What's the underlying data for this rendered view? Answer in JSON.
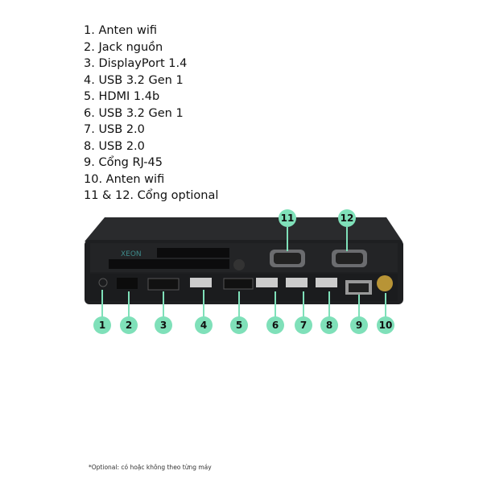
{
  "legend": [
    "1. Anten wifi",
    "2. Jack nguồn",
    "3. DisplayPort 1.4",
    "4. USB 3.2 Gen 1",
    "5. HDMI 1.4b",
    "6. USB 3.2 Gen 1",
    "7. USB 2.0",
    "8. USB 2.0",
    "9. Cổng RJ-45",
    "10. Anten wifi",
    "11 & 12. Cổng optional"
  ],
  "badges": [
    "1",
    "2",
    "3",
    "4",
    "5",
    "6",
    "7",
    "8",
    "9",
    "10",
    "11",
    "12"
  ],
  "device_logo": "XEON",
  "note": "*Optional: có hoặc không theo từng máy",
  "accent_color": "#7fe0b9"
}
